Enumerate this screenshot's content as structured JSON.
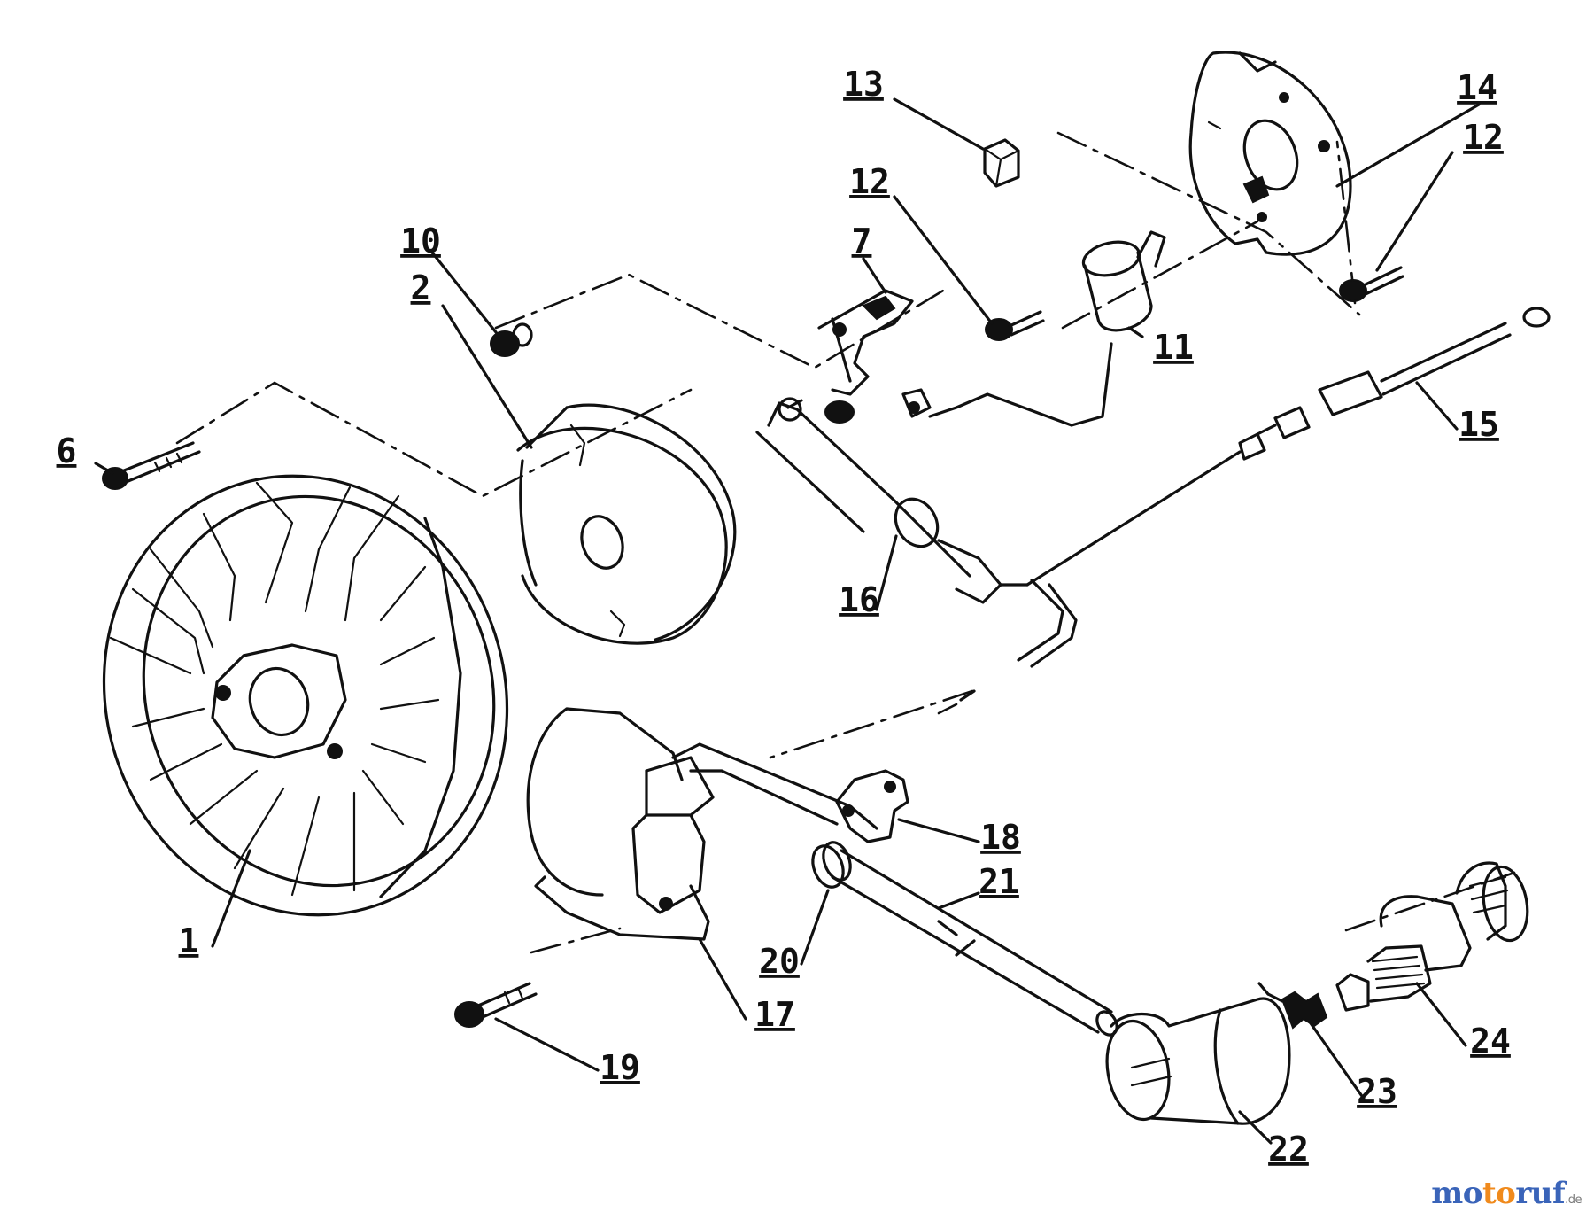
{
  "diagram": {
    "callouts": [
      "1",
      "2",
      "6",
      "7",
      "10",
      "11",
      "12",
      "12",
      "13",
      "14",
      "15",
      "16",
      "17",
      "18",
      "19",
      "20",
      "21",
      "22",
      "23",
      "24"
    ]
  },
  "watermark": {
    "part1": "mo",
    "part2": "to",
    "part3": "ruf",
    "suffix": ".de"
  }
}
